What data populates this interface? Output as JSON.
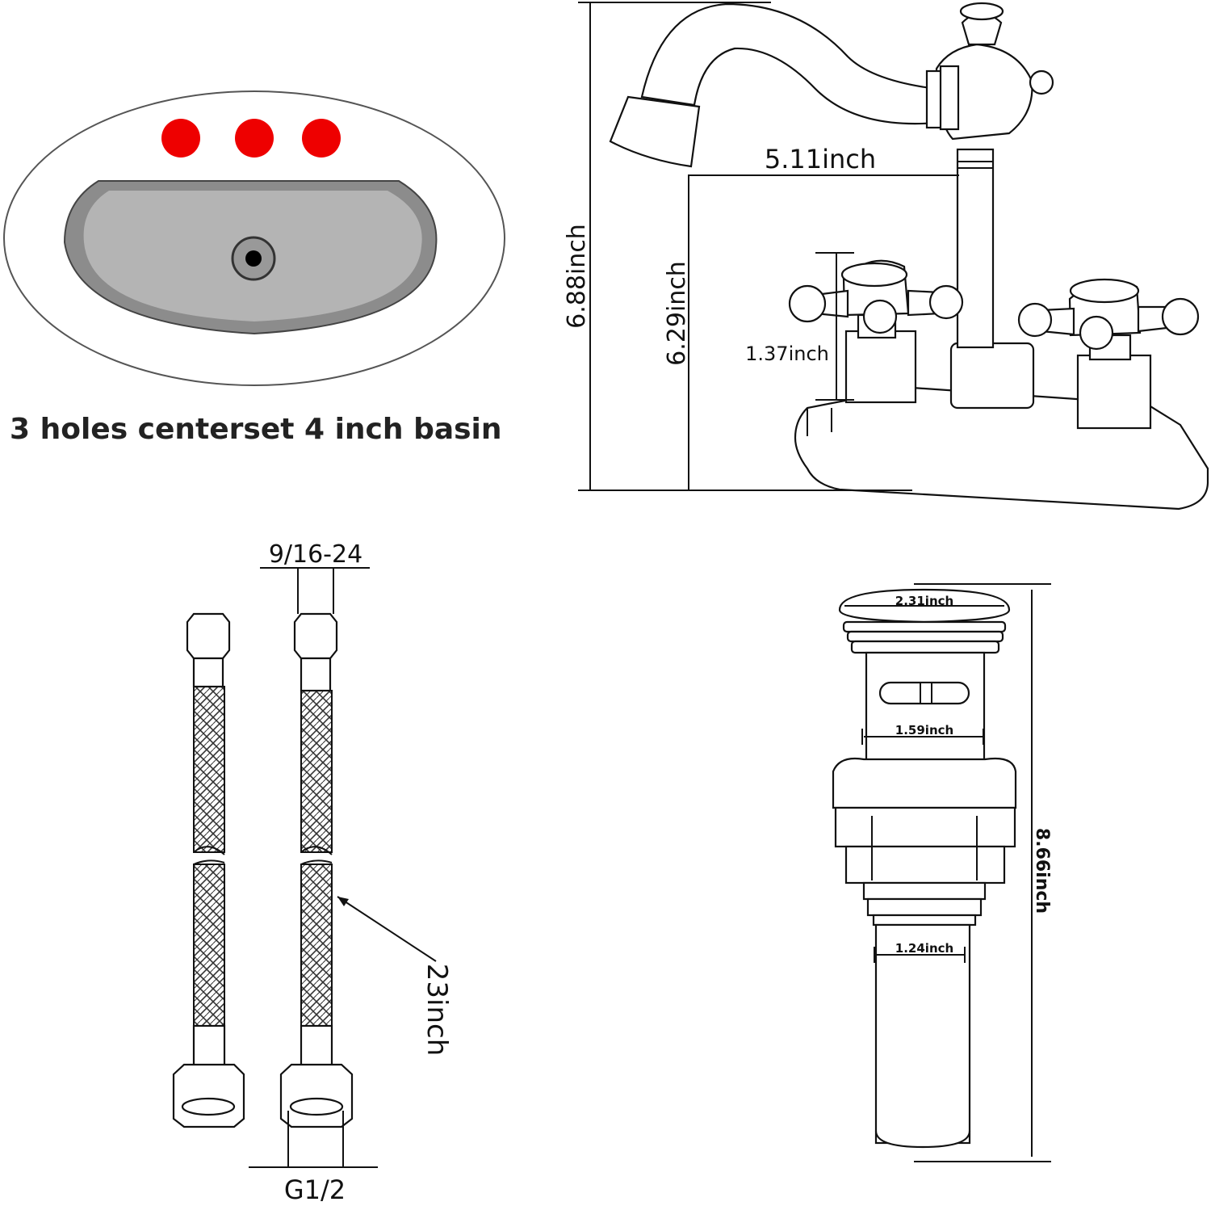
{
  "basin": {
    "caption": "3 holes centerset 4 inch basin",
    "hole_color": "#ee0000",
    "bowl_outer_color": "#8c8c8c",
    "bowl_inner_color": "#b4b4b4"
  },
  "faucet": {
    "total_height": "6.88inch",
    "spout_height": "6.29inch",
    "spout_reach": "5.11inch",
    "handle_height": "1.37inch"
  },
  "hose": {
    "thread_top": "9/16-24",
    "length": "23inch",
    "thread_bottom": "G1/2"
  },
  "drain": {
    "cap_diameter": "2.31inch",
    "body_diameter": "1.59inch",
    "tail_diameter": "1.24inch",
    "total_length": "8.66inch"
  }
}
